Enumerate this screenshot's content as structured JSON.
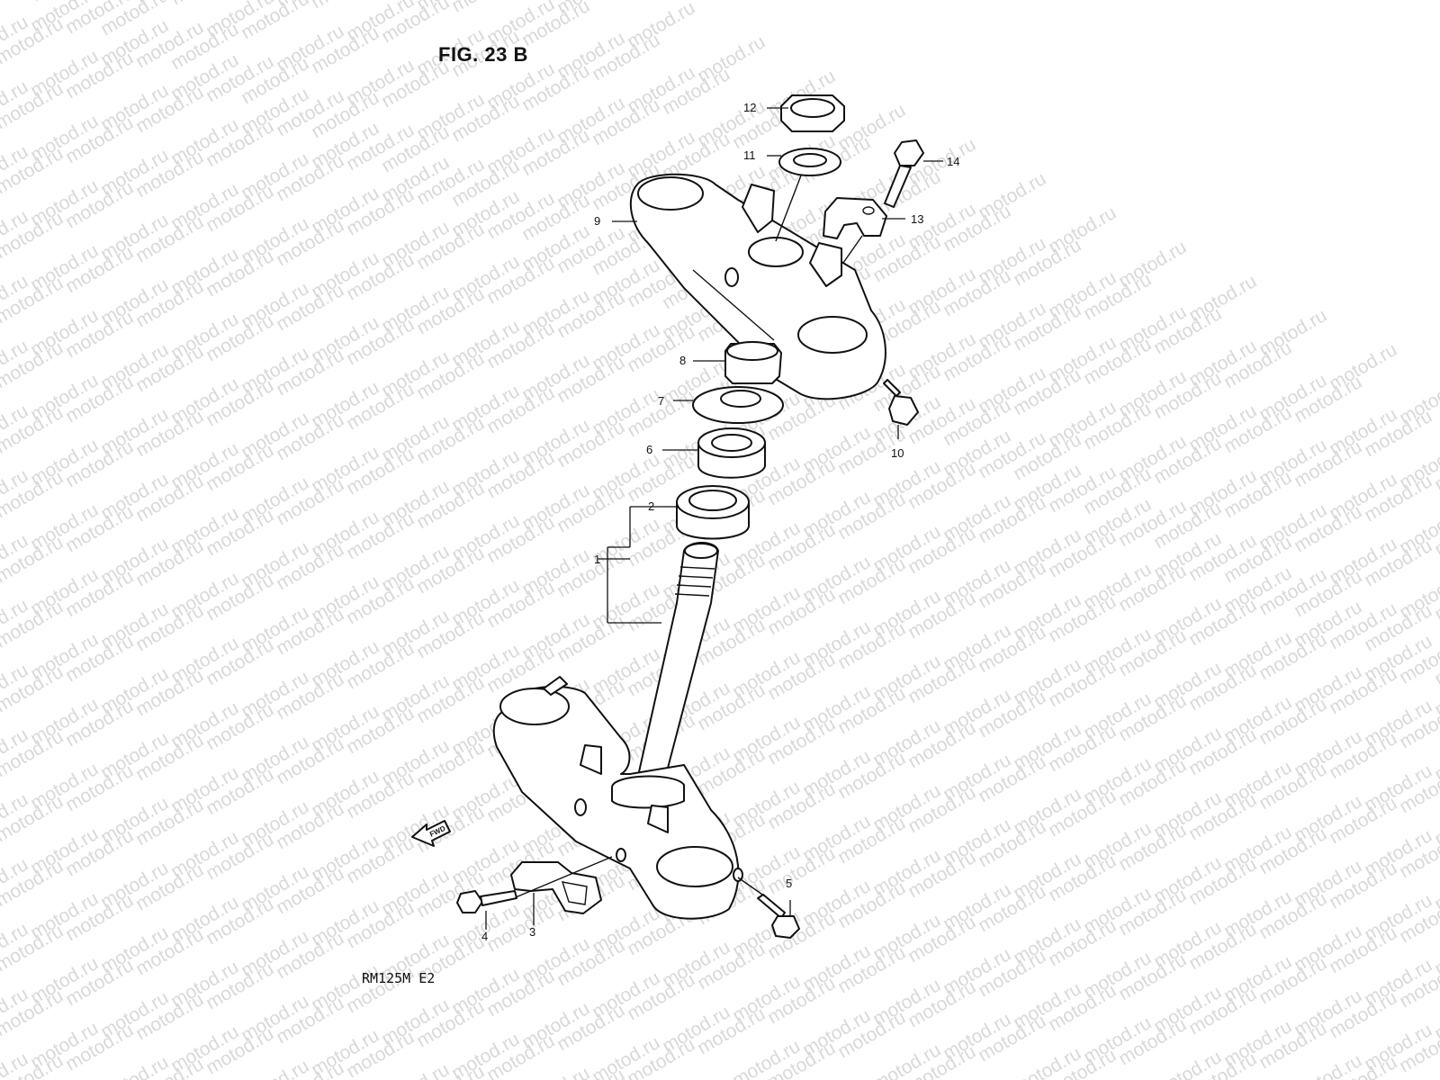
{
  "figure": {
    "title": "FIG. 23 B",
    "model_code": "RM125M  E2",
    "direction_label": "FWD"
  },
  "watermark": {
    "text": "motod.ru"
  },
  "callouts": [
    "1",
    "2",
    "3",
    "4",
    "5",
    "6",
    "7",
    "8",
    "9",
    "10",
    "11",
    "12",
    "13",
    "14"
  ]
}
